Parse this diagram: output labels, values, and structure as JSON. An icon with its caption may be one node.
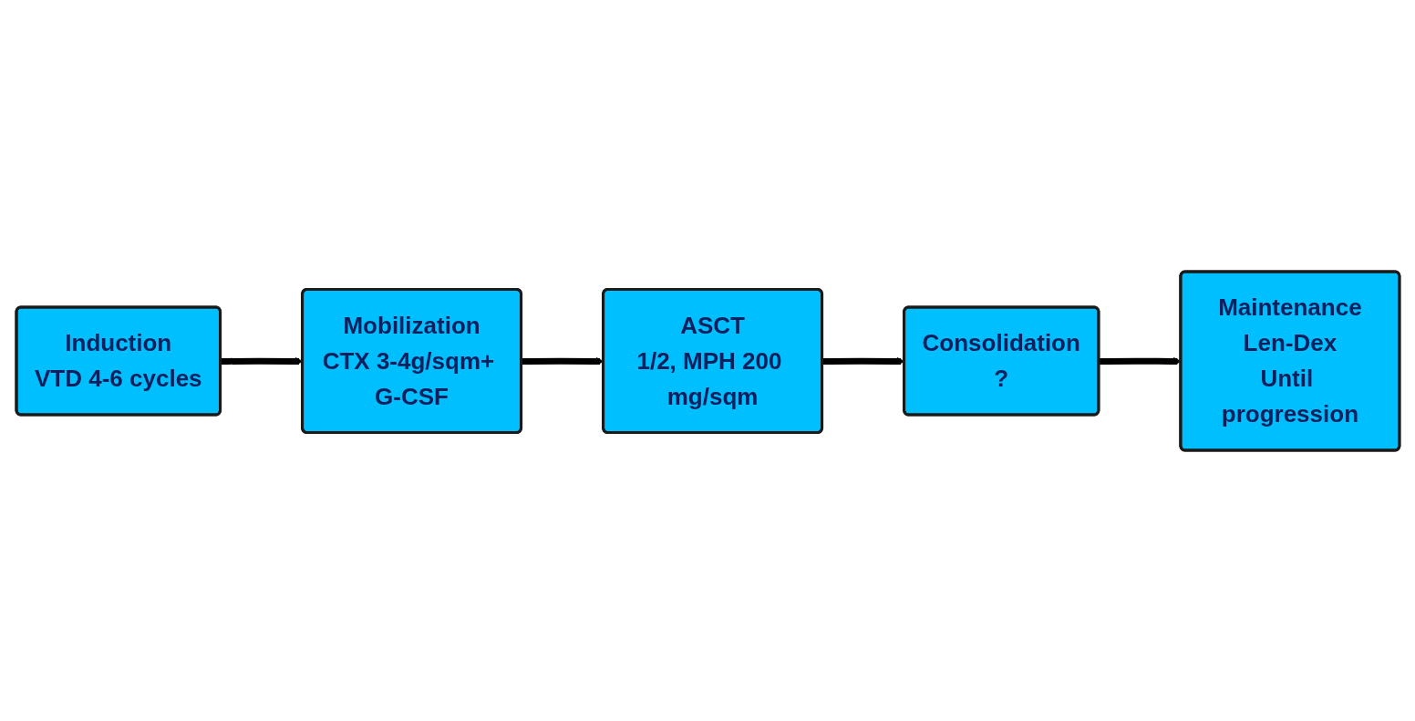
{
  "diagram": {
    "nodes": [
      {
        "text": [
          "Induction",
          "VTD 4-6 cycles"
        ]
      },
      {
        "text": [
          "Mobilization",
          "CTX 3-4g/sqm+ G-CSF"
        ]
      },
      {
        "text": [
          "ASCT",
          "1/2, MPH 200 mg/sqm"
        ]
      },
      {
        "text": [
          "Consolidation",
          "?"
        ]
      },
      {
        "text": [
          "Maintenance",
          "Len-Dex",
          "Until progression"
        ]
      }
    ],
    "edges": [
      {
        "from": 0,
        "to": 1,
        "arrow": "to"
      },
      {
        "from": 1,
        "to": 2,
        "arrow": "to"
      },
      {
        "from": 2,
        "to": 3,
        "arrow": "to"
      },
      {
        "from": 3,
        "to": 4,
        "arrow": "to"
      }
    ]
  }
}
